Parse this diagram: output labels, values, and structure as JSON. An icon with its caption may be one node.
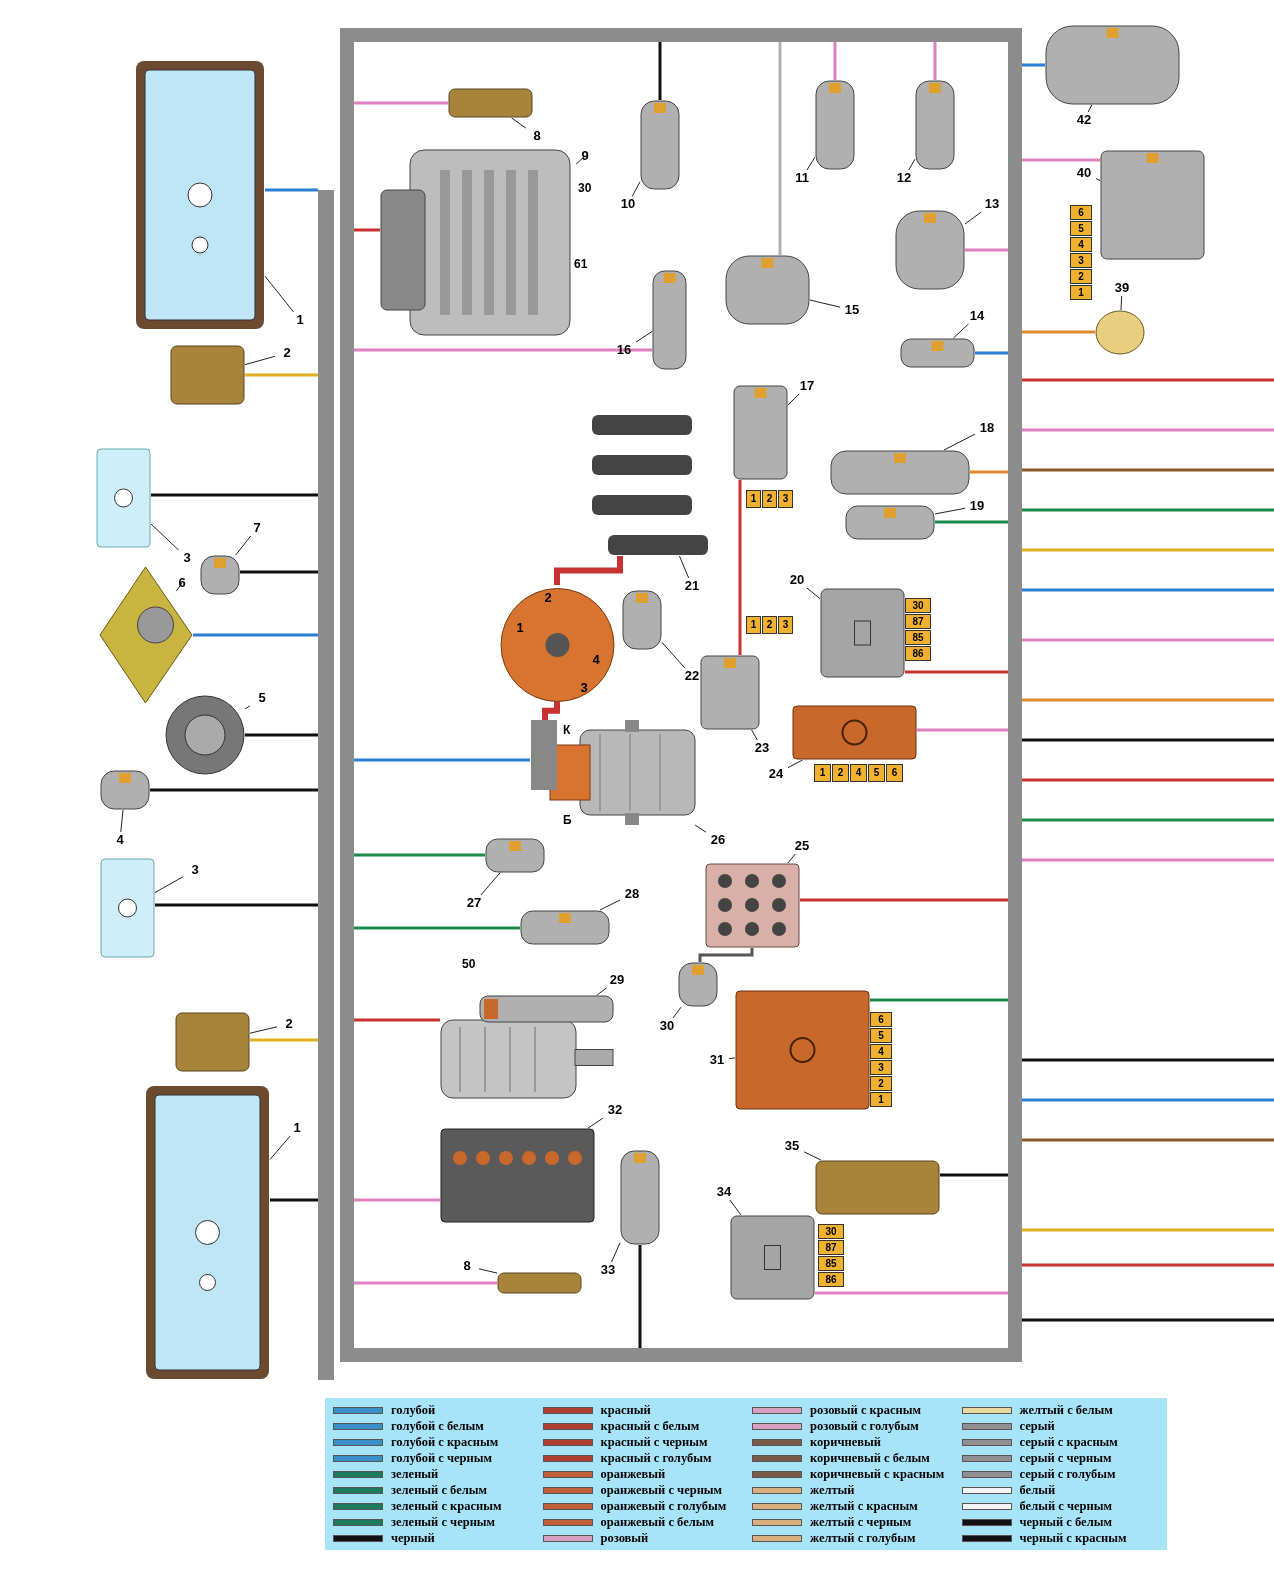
{
  "diagram": {
    "nodes": [
      {
        "text": [],
        "shape": "bar"
      },
      {
        "text": [],
        "shape": "bar"
      },
      {
        "text": [],
        "shape": "bar"
      },
      {
        "text": [],
        "shape": "bar"
      },
      {
        "text": [],
        "shape": "bar"
      },
      {
        "text": [],
        "shape": "picture"
      },
      {
        "text": [
          "1"
        ]
      },
      {
        "text": [],
        "shape": "box"
      },
      {
        "text": [
          "2"
        ]
      },
      {
        "text": [],
        "shape": "picture"
      },
      {
        "text": [
          "3"
        ]
      },
      {
        "text": [],
        "shape": "picture"
      },
      {
        "text": [
          "7"
        ]
      },
      {
        "text": [],
        "shape": "picture"
      },
      {
        "text": [
          "6"
        ]
      },
      {
        "text": [],
        "shape": "picture"
      },
      {
        "text": [
          "5"
        ]
      },
      {
        "text": [],
        "shape": "picture"
      },
      {
        "text": [
          "4"
        ]
      },
      {
        "text": [],
        "shape": "picture"
      },
      {
        "text": [
          "3"
        ]
      },
      {
        "text": [],
        "shape": "box"
      },
      {
        "text": [
          "2"
        ]
      },
      {
        "text": [],
        "shape": "picture"
      },
      {
        "text": [
          "1"
        ]
      },
      {
        "text": [],
        "shape": "box"
      },
      {
        "text": [
          "8"
        ]
      },
      {
        "text": [],
        "shape": "picture",
        "beside": [
          "30",
          "61"
        ]
      },
      {
        "text": [
          "9"
        ]
      },
      {
        "text": [],
        "shape": "picture"
      },
      {
        "text": [
          "10"
        ]
      },
      {
        "text": [],
        "shape": "picture"
      },
      {
        "text": [
          "11"
        ]
      },
      {
        "text": [],
        "shape": "picture"
      },
      {
        "text": [
          "12"
        ]
      },
      {
        "text": [],
        "shape": "picture"
      },
      {
        "text": [
          "42"
        ]
      },
      {
        "text": [],
        "shape": "picture"
      },
      {
        "text": [
          "13"
        ]
      },
      {
        "text": [],
        "shape": "picture",
        "beside": [
          "6",
          "5",
          "4",
          "3",
          "2",
          "1"
        ]
      },
      {
        "text": [
          "40"
        ]
      },
      {
        "text": [],
        "shape": "picture"
      },
      {
        "text": [
          "15"
        ]
      },
      {
        "text": [],
        "shape": "picture"
      },
      {
        "text": [
          "16"
        ]
      },
      {
        "text": [],
        "shape": "picture"
      },
      {
        "text": [
          "14"
        ]
      },
      {
        "text": [],
        "shape": "circle"
      },
      {
        "text": [
          "39"
        ]
      },
      {
        "text": [],
        "shape": "picture",
        "beside": [
          "1",
          "2",
          "3"
        ]
      },
      {
        "text": [
          "17"
        ]
      },
      {
        "text": [],
        "shape": "picture"
      },
      {
        "text": [
          "18"
        ]
      },
      {
        "text": [],
        "shape": "picture"
      },
      {
        "text": [
          "19"
        ]
      },
      {
        "text": [],
        "shape": "picture"
      },
      {
        "text": [
          "21"
        ]
      },
      {
        "text": [
          "2",
          "1",
          "4",
          "3"
        ]
      },
      {
        "text": [],
        "shape": "picture"
      },
      {
        "text": [
          "22"
        ]
      },
      {
        "text": [],
        "shape": "picture",
        "beside": [
          "30",
          "87",
          "85",
          "86"
        ]
      },
      {
        "text": [
          "20"
        ]
      },
      {
        "text": [],
        "shape": "picture",
        "beside": [
          "1",
          "2",
          "3"
        ]
      },
      {
        "text": [
          "23"
        ]
      },
      {
        "text": [],
        "shape": "picture",
        "beside": [
          "1",
          "2",
          "4",
          "5",
          "6"
        ]
      },
      {
        "text": [
          "24"
        ]
      },
      {
        "text": [],
        "shape": "picture",
        "beside": [
          "К",
          "Б"
        ]
      },
      {
        "text": [
          "26"
        ]
      },
      {
        "text": [],
        "shape": "picture"
      },
      {
        "text": [
          "25"
        ]
      },
      {
        "text": [],
        "shape": "picture"
      },
      {
        "text": [
          "27"
        ]
      },
      {
        "text": [],
        "shape": "picture"
      },
      {
        "text": [
          "28"
        ]
      },
      {
        "text": [],
        "shape": "picture",
        "beside": [
          "50"
        ]
      },
      {
        "text": [
          "29"
        ]
      },
      {
        "text": [],
        "shape": "picture"
      },
      {
        "text": [
          "30"
        ]
      },
      {
        "text": [],
        "shape": "picture",
        "beside": [
          "6",
          "5",
          "4",
          "3",
          "2",
          "1"
        ]
      },
      {
        "text": [
          "31"
        ]
      },
      {
        "text": [],
        "shape": "box"
      },
      {
        "text": [
          "35"
        ]
      },
      {
        "text": [],
        "shape": "picture"
      },
      {
        "text": [
          "32"
        ]
      },
      {
        "text": [],
        "shape": "picture",
        "beside": [
          "30",
          "87",
          "85",
          "86"
        ]
      },
      {
        "text": [
          "34"
        ]
      },
      {
        "text": [],
        "shape": "picture"
      },
      {
        "text": [
          "33"
        ]
      },
      {
        "text": [],
        "shape": "box"
      },
      {
        "text": [
          "8"
        ]
      }
    ],
    "edges": [
      {
        "from": 5,
        "to": 4,
        "arrow": "none",
        "color": "#2a7fd4"
      },
      {
        "from": 7,
        "to": 4,
        "arrow": "none",
        "color": "#e0b020"
      },
      {
        "from": 9,
        "to": 4,
        "arrow": "none",
        "color": "#111111"
      },
      {
        "from": 11,
        "to": 4,
        "arrow": "none",
        "color": "#111111"
      },
      {
        "from": 13,
        "to": 4,
        "arrow": "none",
        "color": "#2a7fd4"
      },
      {
        "from": 15,
        "to": 4,
        "arrow": "none",
        "color": "#111111"
      },
      {
        "from": 17,
        "to": 4,
        "arrow": "none",
        "color": "#111111"
      },
      {
        "from": 19,
        "to": 4,
        "arrow": "none",
        "color": "#111111"
      },
      {
        "from": 21,
        "to": 4,
        "arrow": "none",
        "color": "#e0b020"
      },
      {
        "from": 23,
        "to": 4,
        "arrow": "none",
        "color": "#111111"
      },
      {
        "from": 25,
        "to": 0,
        "arrow": "none",
        "color": "#e080c0"
      },
      {
        "from": 27,
        "to": 0,
        "arrow": "none",
        "color": "#c83232"
      },
      {
        "from": 29,
        "to": 1,
        "arrow": "none",
        "color": "#111111"
      },
      {
        "from": 31,
        "to": 1,
        "arrow": "none",
        "color": "#e080c0"
      },
      {
        "from": 33,
        "to": 1,
        "arrow": "none",
        "color": "#e080c0"
      },
      {
        "from": 35,
        "to": 2,
        "arrow": "none",
        "color": "#2a7fd4"
      },
      {
        "from": 37,
        "to": 2,
        "arrow": "none",
        "color": "#e080c0"
      },
      {
        "from": 39,
        "to": 2,
        "arrow": "none",
        "color": "#e080c0"
      },
      {
        "from": 41,
        "to": 1,
        "arrow": "none",
        "color": "#b0b0b0"
      },
      {
        "from": 43,
        "to": 0,
        "arrow": "none",
        "color": "#e080c0"
      },
      {
        "from": 45,
        "to": 2,
        "arrow": "none",
        "color": "#2a7fd4"
      },
      {
        "from": 47,
        "to": 2,
        "arrow": "none",
        "color": "#e08a30"
      },
      {
        "from": 49,
        "to": 62,
        "arrow": "none",
        "color": "#c83232"
      },
      {
        "from": 51,
        "to": 2,
        "arrow": "none",
        "color": "#e08a30"
      },
      {
        "from": 53,
        "to": 2,
        "arrow": "none",
        "color": "#1e8a4a"
      },
      {
        "from": 57,
        "to": 55,
        "arrow": "none",
        "style": "thick",
        "color": "#c83232"
      },
      {
        "from": 60,
        "to": 2,
        "arrow": "none",
        "color": "#c83232"
      },
      {
        "from": 64,
        "to": 2,
        "arrow": "none",
        "color": "#e080c0"
      },
      {
        "from": 66,
        "to": 57,
        "arrow": "none",
        "style": "thick",
        "color": "#c83232"
      },
      {
        "from": 66,
        "to": 0,
        "arrow": "none",
        "color": "#2a7fd4"
      },
      {
        "from": 68,
        "to": 2,
        "arrow": "none",
        "color": "#c83232"
      },
      {
        "from": 70,
        "to": 0,
        "arrow": "none",
        "color": "#1e8a4a"
      },
      {
        "from": 72,
        "to": 0,
        "arrow": "none",
        "color": "#1e8a4a"
      },
      {
        "from": 74,
        "to": 0,
        "arrow": "none",
        "color": "#c83232"
      },
      {
        "from": 76,
        "to": 68,
        "arrow": "none",
        "color": "#555555"
      },
      {
        "from": 78,
        "to": 2,
        "arrow": "none",
        "color": "#1e8a4a"
      },
      {
        "from": 80,
        "to": 2,
        "arrow": "none",
        "color": "#111111"
      },
      {
        "from": 82,
        "to": 0,
        "arrow": "none",
        "color": "#e080c0"
      },
      {
        "from": 84,
        "to": 2,
        "arrow": "none",
        "color": "#e080c0"
      },
      {
        "from": 86,
        "to": 3,
        "arrow": "none",
        "color": "#111111"
      },
      {
        "from": 88,
        "to": 0,
        "arrow": "none",
        "color": "#e080c0"
      },
      {
        "from": 2,
        "to": null,
        "arrow": "none",
        "color": "#c83232"
      },
      {
        "from": 2,
        "to": null,
        "arrow": "none",
        "color": "#e080c0"
      },
      {
        "from": 2,
        "to": null,
        "arrow": "none",
        "color": "#8b5a2b"
      },
      {
        "from": 2,
        "to": null,
        "arrow": "none",
        "color": "#1e8a4a"
      },
      {
        "from": 2,
        "to": null,
        "arrow": "none",
        "color": "#e0b020"
      },
      {
        "from": 2,
        "to": null,
        "arrow": "none",
        "color": "#2a7fd4"
      },
      {
        "from": 2,
        "to": null,
        "arrow": "none",
        "color": "#e080c0"
      },
      {
        "from": 2,
        "to": null,
        "arrow": "none",
        "color": "#e08a30"
      },
      {
        "from": 2,
        "to": null,
        "arrow": "none",
        "color": "#111111"
      },
      {
        "from": 2,
        "to": null,
        "arrow": "none",
        "color": "#c83232"
      },
      {
        "from": 2,
        "to": null,
        "arrow": "none",
        "color": "#1e8a4a"
      },
      {
        "from": 2,
        "to": null,
        "arrow": "none",
        "color": "#e080c0"
      },
      {
        "from": 2,
        "to": null,
        "arrow": "none",
        "color": "#111111"
      },
      {
        "from": 2,
        "to": null,
        "arrow": "none",
        "color": "#2a7fd4"
      },
      {
        "from": 2,
        "to": null,
        "arrow": "none",
        "color": "#8b5a2b"
      },
      {
        "from": 2,
        "to": null,
        "arrow": "none",
        "color": "#e0b020"
      },
      {
        "from": 2,
        "to": null,
        "arrow": "none",
        "color": "#c83232"
      },
      {
        "from": 2,
        "to": null,
        "arrow": "none",
        "color": "#111111"
      },
      {
        "from": 6,
        "to": 5,
        "arrow": "none"
      },
      {
        "from": 8,
        "to": 7,
        "arrow": "none"
      },
      {
        "from": 10,
        "to": 9,
        "arrow": "none"
      },
      {
        "from": 12,
        "to": 11,
        "arrow": "none"
      },
      {
        "from": 14,
        "to": 13,
        "arrow": "none"
      },
      {
        "from": 16,
        "to": 15,
        "arrow": "none"
      },
      {
        "from": 18,
        "to": 17,
        "arrow": "none"
      },
      {
        "from": 20,
        "to": 19,
        "arrow": "none"
      },
      {
        "from": 22,
        "to": 21,
        "arrow": "none"
      },
      {
        "from": 24,
        "to": 23,
        "arrow": "none"
      },
      {
        "from": 26,
        "to": 25,
        "arrow": "none"
      },
      {
        "from": 28,
        "to": 27,
        "arrow": "none"
      },
      {
        "from": 30,
        "to": 29,
        "arrow": "none"
      },
      {
        "from": 32,
        "to": 31,
        "arrow": "none"
      },
      {
        "from": 34,
        "to": 33,
        "arrow": "none"
      },
      {
        "from": 36,
        "to": 35,
        "arrow": "none"
      },
      {
        "from": 38,
        "to": 37,
        "arrow": "none"
      },
      {
        "from": 40,
        "to": 39,
        "arrow": "none"
      },
      {
        "from": 42,
        "to": 41,
        "arrow": "none"
      },
      {
        "from": 44,
        "to": 43,
        "arrow": "none"
      },
      {
        "from": 46,
        "to": 45,
        "arrow": "none"
      },
      {
        "from": 48,
        "to": 47,
        "arrow": "none"
      },
      {
        "from": 50,
        "to": 49,
        "arrow": "none"
      },
      {
        "from": 52,
        "to": 51,
        "arrow": "none"
      },
      {
        "from": 54,
        "to": 53,
        "arrow": "none"
      },
      {
        "from": 56,
        "to": 55,
        "arrow": "none"
      },
      {
        "from": 59,
        "to": 58,
        "arrow": "none"
      },
      {
        "from": 61,
        "to": 60,
        "arrow": "none"
      },
      {
        "from": 63,
        "to": 62,
        "arrow": "none"
      },
      {
        "from": 65,
        "to": 64,
        "arrow": "none"
      },
      {
        "from": 67,
        "to": 66,
        "arrow": "none"
      },
      {
        "from": 69,
        "to": 68,
        "arrow": "none"
      },
      {
        "from": 71,
        "to": 70,
        "arrow": "none"
      },
      {
        "from": 73,
        "to": 72,
        "arrow": "none"
      },
      {
        "from": 75,
        "to": 74,
        "arrow": "none"
      },
      {
        "from": 77,
        "to": 76,
        "arrow": "none"
      },
      {
        "from": 79,
        "to": 78,
        "arrow": "none"
      },
      {
        "from": 81,
        "to": 80,
        "arrow": "none"
      },
      {
        "from": 83,
        "to": 82,
        "arrow": "none"
      },
      {
        "from": 85,
        "to": 84,
        "arrow": "none"
      },
      {
        "from": 87,
        "to": 86,
        "arrow": "none"
      },
      {
        "from": 89,
        "to": 88,
        "arrow": "none"
      }
    ],
    "legend": [
      {
        "text": "голубой",
        "color": "#3a8fc8"
      },
      {
        "text": "голубой с белым",
        "color": "#3a8fc8"
      },
      {
        "text": "голубой с красным",
        "color": "#3a8fc8"
      },
      {
        "text": "голубой с черным",
        "color": "#3a8fc8"
      },
      {
        "text": "зеленый",
        "color": "#1e7a5a"
      },
      {
        "text": "зеленый с белым",
        "color": "#1e7a5a"
      },
      {
        "text": "зеленый с красным",
        "color": "#1e7a5a"
      },
      {
        "text": "зеленый с черным",
        "color": "#1e7a5a"
      },
      {
        "text": "черный",
        "color": "#111111"
      },
      {
        "text": "красный",
        "color": "#b04030"
      },
      {
        "text": "красный с белым",
        "color": "#b04030"
      },
      {
        "text": "красный с черным",
        "color": "#b04030"
      },
      {
        "text": "красный с голубым",
        "color": "#b04030"
      },
      {
        "text": "оранжевый",
        "color": "#c0603a"
      },
      {
        "text": "оранжевый с черным",
        "color": "#c0603a"
      },
      {
        "text": "оранжевый с голубым",
        "color": "#c0603a"
      },
      {
        "text": "оранжевый с белым",
        "color": "#c0603a"
      },
      {
        "text": "розовый",
        "color": "#d8a0c0"
      },
      {
        "text": "розовый с красным",
        "color": "#d8a0c0"
      },
      {
        "text": "розовый с голубым",
        "color": "#d8a0c0"
      },
      {
        "text": "коричневый",
        "color": "#7a5a4a"
      },
      {
        "text": "коричневый с белым",
        "color": "#7a5a4a"
      },
      {
        "text": "коричневый с красным",
        "color": "#7a5a4a"
      },
      {
        "text": "желтый",
        "color": "#d8b080"
      },
      {
        "text": "желтый с красным",
        "color": "#d8b080"
      },
      {
        "text": "желтый с черным",
        "color": "#d8b080"
      },
      {
        "text": "желтый с голубым",
        "color": "#d8b080"
      },
      {
        "text": "желтый с белым",
        "color": "#e8d8a0"
      },
      {
        "text": "серый",
        "color": "#909090"
      },
      {
        "text": "серый с красным",
        "color": "#909090"
      },
      {
        "text": "серый с черным",
        "color": "#909090"
      },
      {
        "text": "серый с голубым",
        "color": "#909090"
      },
      {
        "text": "белый",
        "color": "#f4f4f4"
      },
      {
        "text": "белый с черным",
        "color": "#f4f4f4"
      },
      {
        "text": "черный с белым",
        "color": "#111111"
      },
      {
        "text": "черный с красным",
        "color": "#111111"
      }
    ]
  }
}
